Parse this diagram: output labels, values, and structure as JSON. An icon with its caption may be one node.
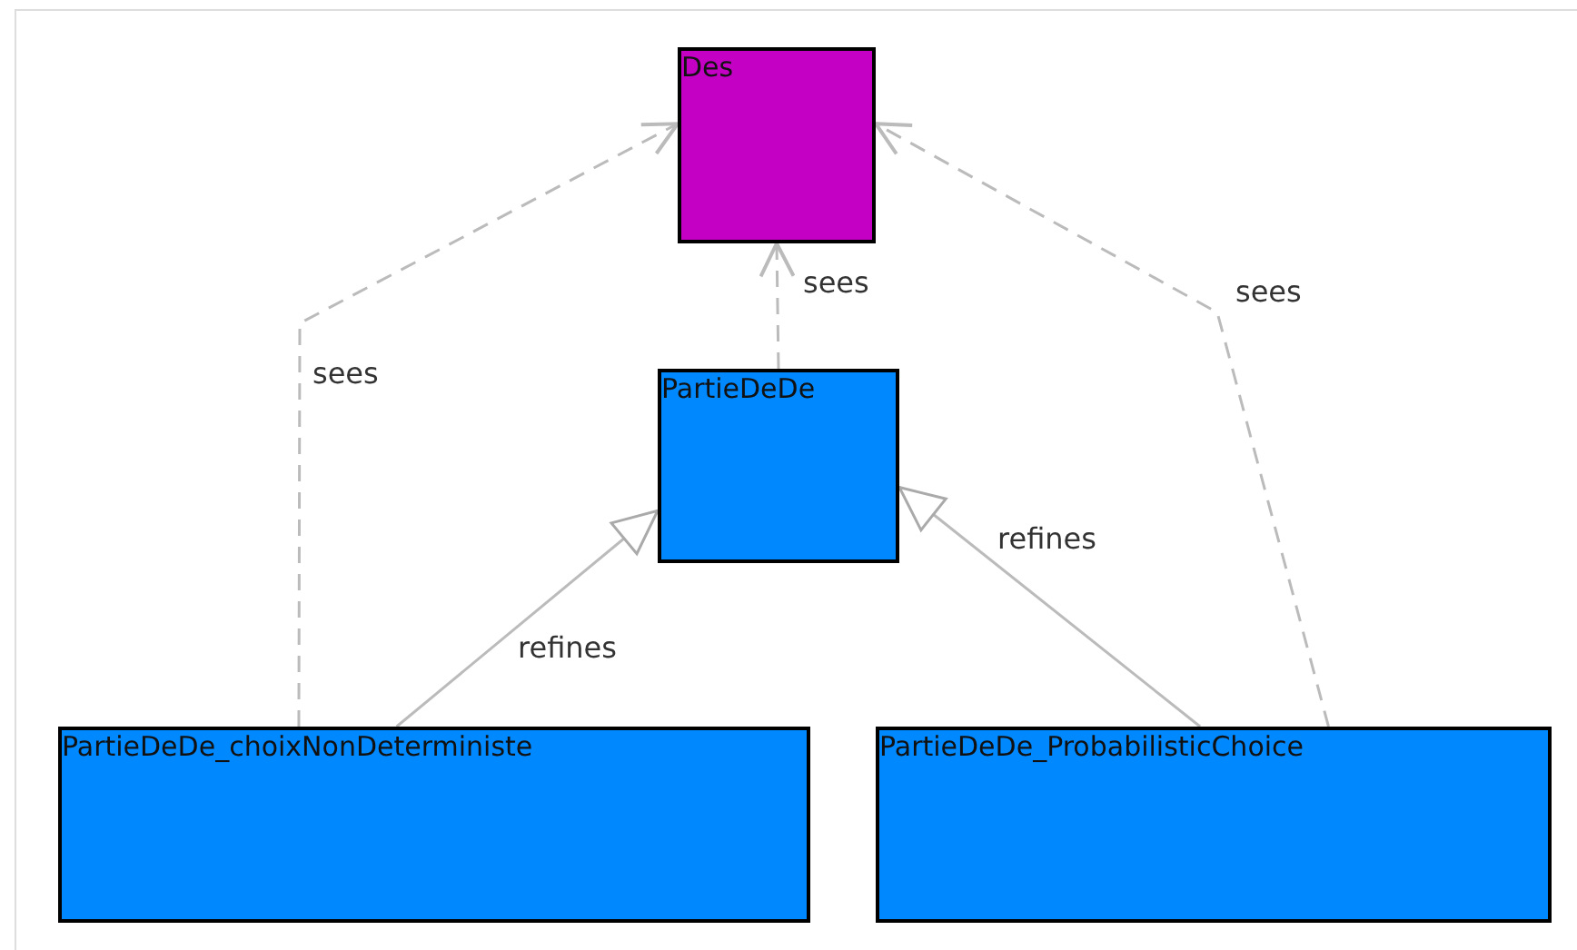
{
  "diagram": {
    "nodes": [
      {
        "text": [
          "Des"
        ]
      },
      {
        "text": [
          "PartieDeDe"
        ]
      },
      {
        "text": [
          "PartieDeDe_choixNonDeterministe"
        ]
      },
      {
        "text": [
          "PartieDeDe_ProbabilisticChoice"
        ]
      }
    ],
    "edges": [
      {
        "from": 1,
        "to": 0,
        "arrow": "to",
        "label": "sees",
        "style": "dashed"
      },
      {
        "from": 2,
        "to": 0,
        "arrow": "to",
        "label": "sees",
        "style": "dashed"
      },
      {
        "from": 3,
        "to": 0,
        "arrow": "to",
        "label": "sees",
        "style": "dashed"
      },
      {
        "from": 2,
        "to": 1,
        "arrow": "to",
        "label": "refines"
      },
      {
        "from": 3,
        "to": 1,
        "arrow": "to",
        "label": "refines"
      }
    ]
  }
}
